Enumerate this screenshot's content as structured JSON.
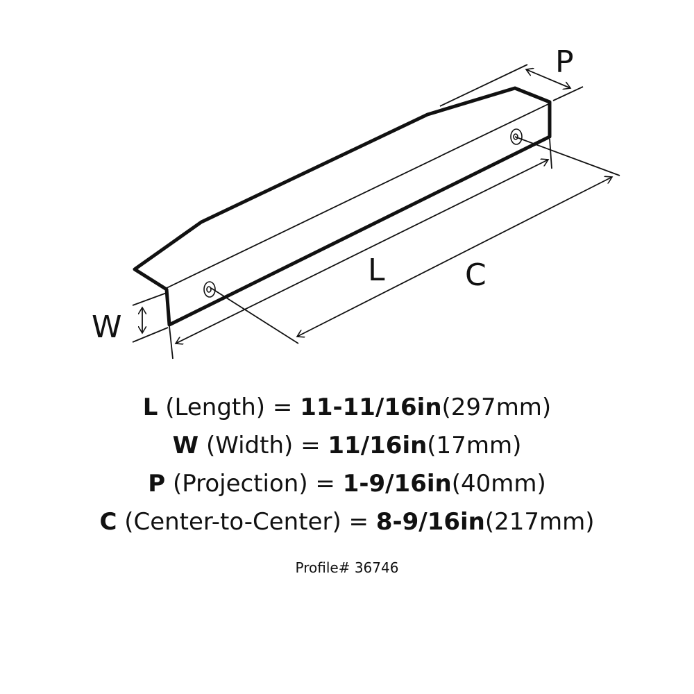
{
  "diagram": {
    "labels": {
      "P": "P",
      "L": "L",
      "C": "C",
      "W": "W"
    }
  },
  "specs": [
    {
      "letter": "L",
      "name": "(Length) =",
      "imperial": "11-11/16in",
      "metric": "(297mm)"
    },
    {
      "letter": "W",
      "name": "(Width) =",
      "imperial": "11/16in",
      "metric": "(17mm)"
    },
    {
      "letter": "P",
      "name": "(Projection) =",
      "imperial": "1-9/16in",
      "metric": "(40mm)"
    },
    {
      "letter": "C",
      "name": "(Center-to-Center) =",
      "imperial": "8-9/16in",
      "metric": "(217mm)"
    }
  ],
  "profile": "Profile# 36746"
}
